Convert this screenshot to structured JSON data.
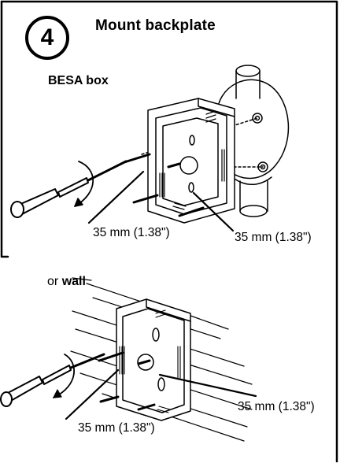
{
  "header": {
    "step_number": "4",
    "title": "Mount  backplate"
  },
  "section1": {
    "label": "BESA box",
    "measure_left": "35 mm (1.38\")",
    "measure_right": "35 mm (1.38\")"
  },
  "section2": {
    "label_prefix": "or",
    "label_bold": "wall",
    "measure_right": "35 mm (1.38\")",
    "measure_left": "35 mm (1.38\")"
  },
  "colors": {
    "ink": "#000000",
    "background": "#ffffff"
  }
}
